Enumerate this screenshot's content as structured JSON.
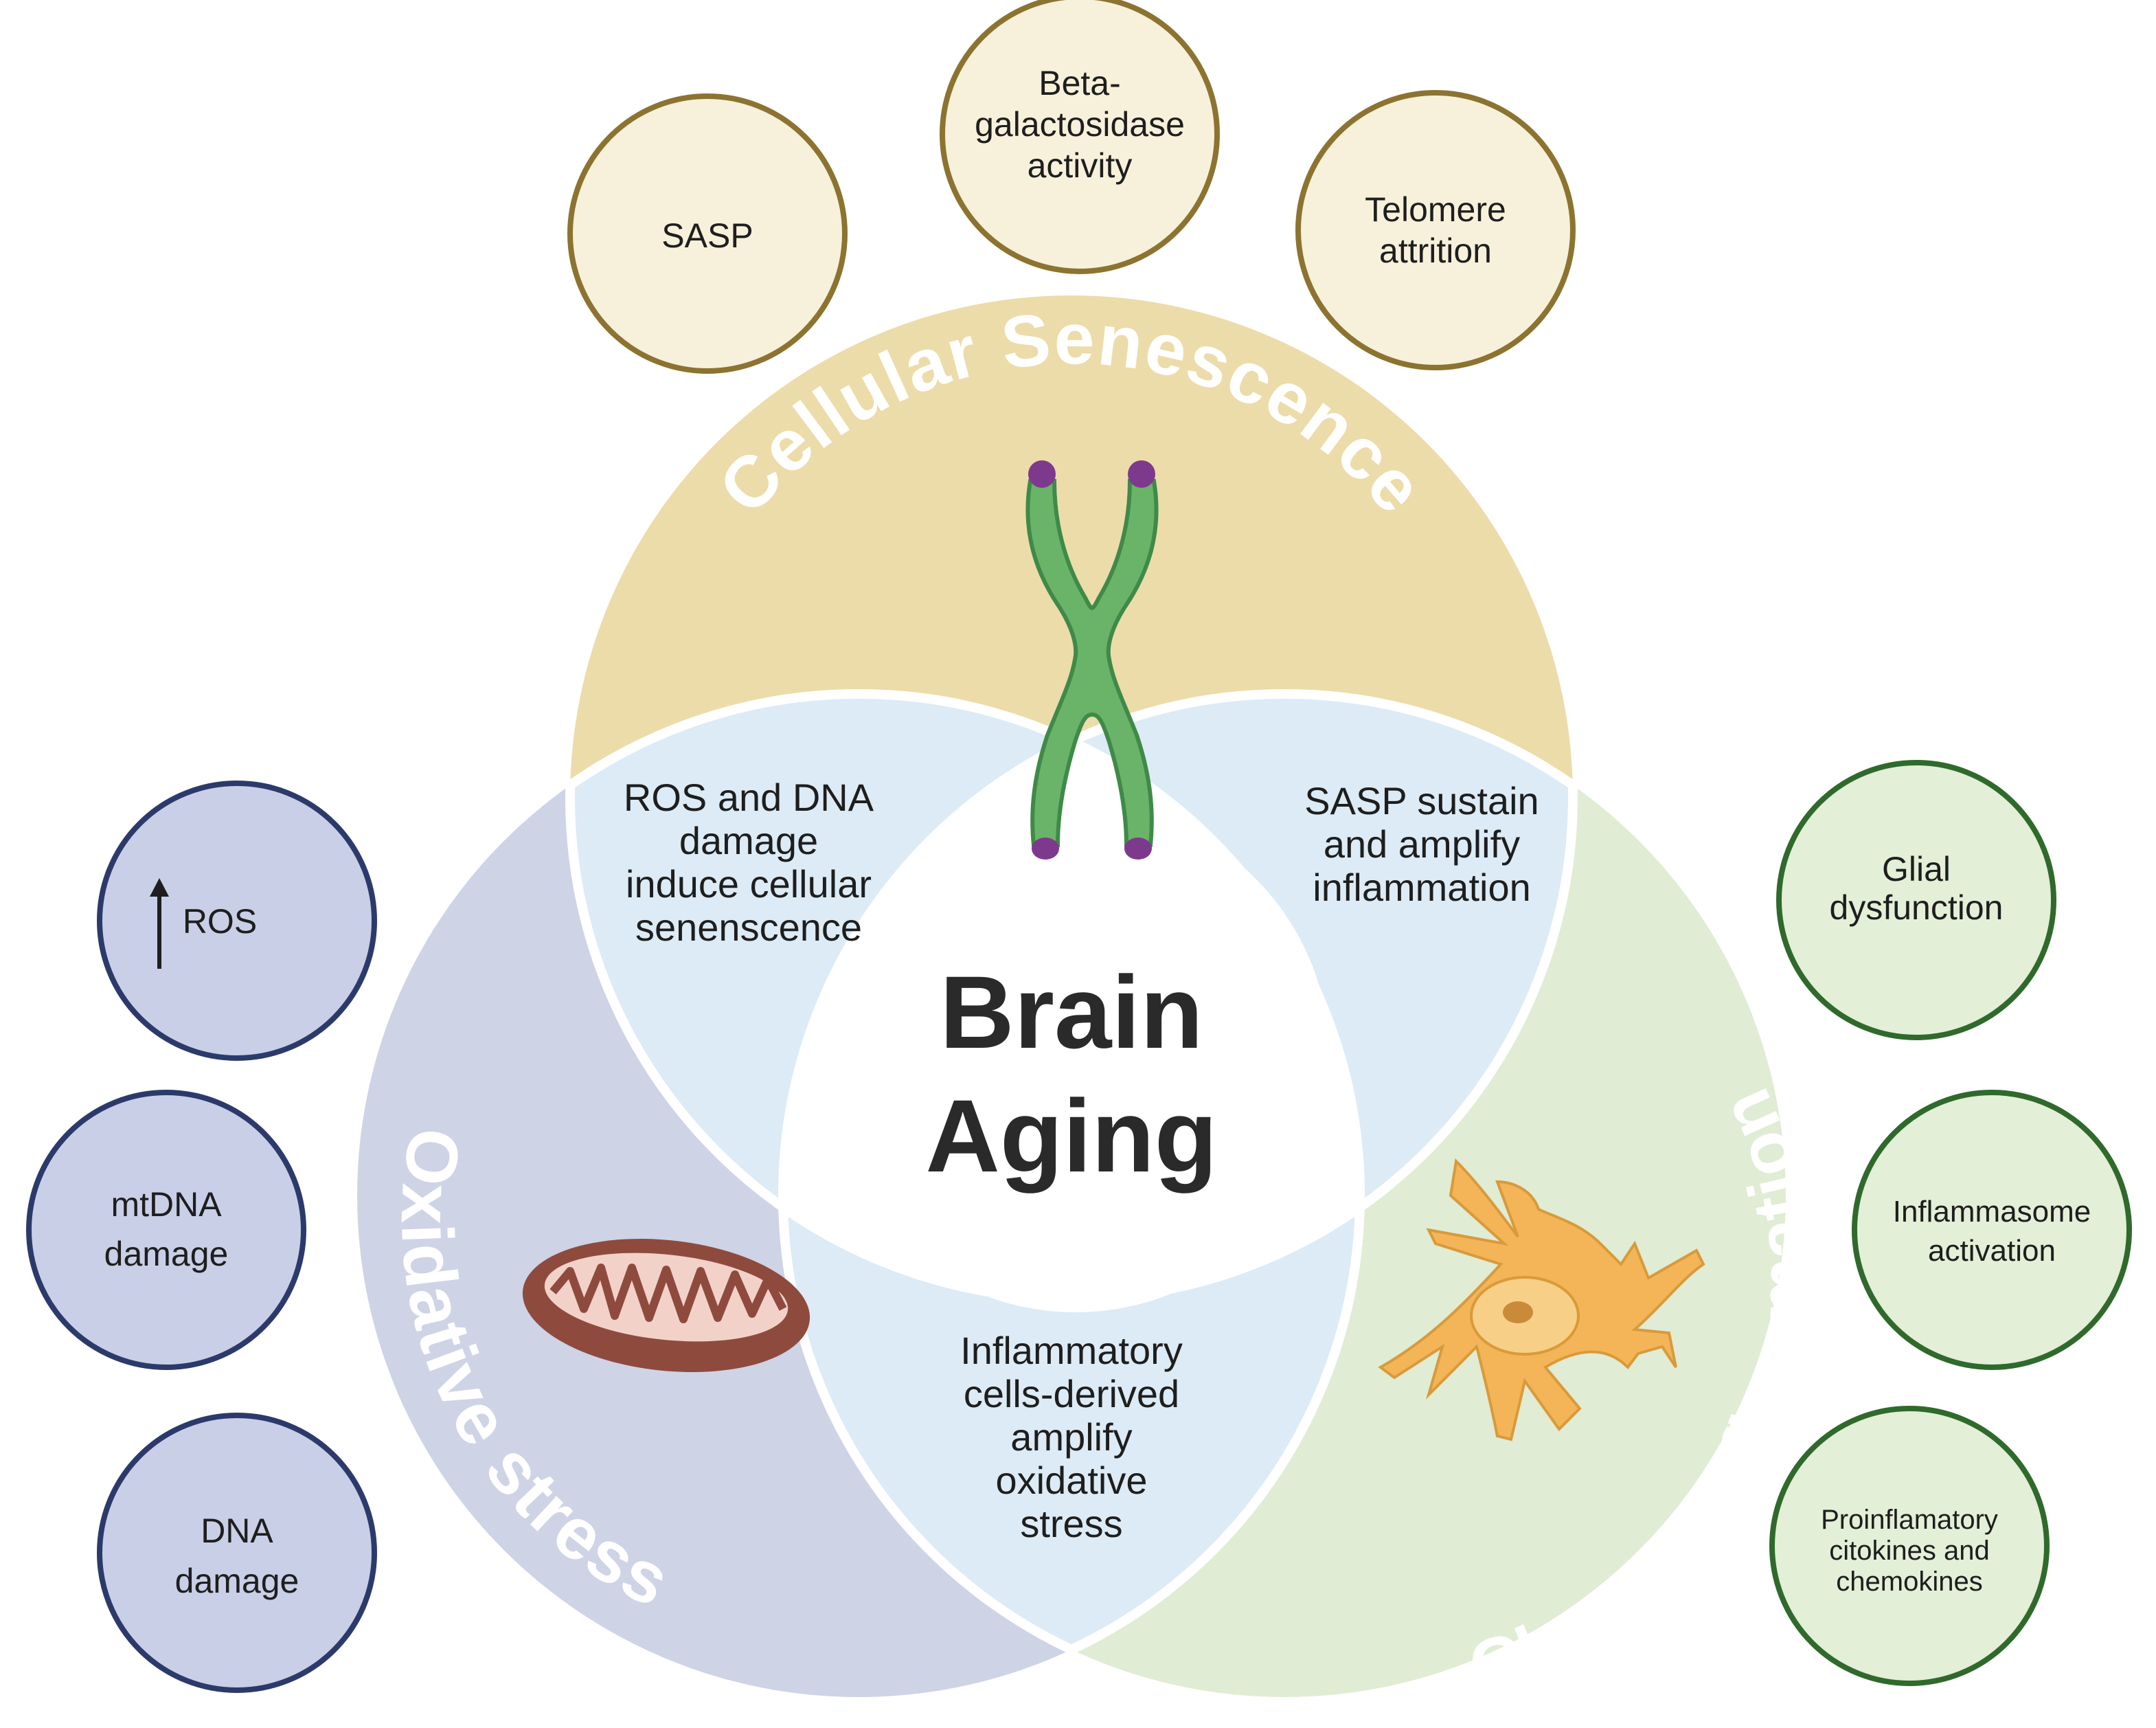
{
  "center": {
    "line1": "Brain",
    "line2": "Aging"
  },
  "circles": {
    "senescence": {
      "label": "Cellular Senescence",
      "icon": "chromosome-icon",
      "fill": "#ecdcaa"
    },
    "oxidative": {
      "label": "Oxidative stress",
      "icon": "mitochondrion-icon",
      "fill": "#ced3e6"
    },
    "inflammation": {
      "label": "Chronic inflammation",
      "icon": "glial-cell-icon",
      "fill": "#e0ecd4"
    }
  },
  "overlaps": {
    "senescence_oxidative": [
      "ROS and DNA",
      "damage",
      "induce cellular",
      "senenscence"
    ],
    "senescence_inflammation": [
      "SASP sustain",
      "and amplify",
      "inflammation"
    ],
    "oxidative_inflammation": [
      "Inflammatory",
      "cells-derived",
      "amplify",
      "oxidative",
      "stress"
    ]
  },
  "senescence_markers": [
    {
      "lines": [
        "SASP"
      ]
    },
    {
      "lines": [
        "Beta-",
        "galactosidase",
        "activity"
      ]
    },
    {
      "lines": [
        "Telomere",
        "attrition"
      ]
    }
  ],
  "oxidative_markers": [
    {
      "lines": [
        "ROS"
      ],
      "icon": "up-arrow-icon"
    },
    {
      "lines": [
        "mtDNA",
        "damage"
      ]
    },
    {
      "lines": [
        "DNA",
        "damage"
      ]
    }
  ],
  "inflammation_markers": [
    {
      "lines": [
        "Glial",
        "dysfunction"
      ]
    },
    {
      "lines": [
        "Inflammasome",
        "activation"
      ]
    },
    {
      "lines": [
        "Proinflamatory",
        "citokines and",
        "chemokines"
      ]
    }
  ],
  "colors": {
    "overlap": "#dcebf5",
    "senescence_marker_fill": "#f7f1db",
    "senescence_marker_stroke": "#8c7330",
    "oxidative_marker_fill": "#c9cfe6",
    "oxidative_marker_stroke": "#2c3a6b",
    "inflammation_marker_fill": "#e3efd7",
    "inflammation_marker_stroke": "#2f6a2c"
  }
}
